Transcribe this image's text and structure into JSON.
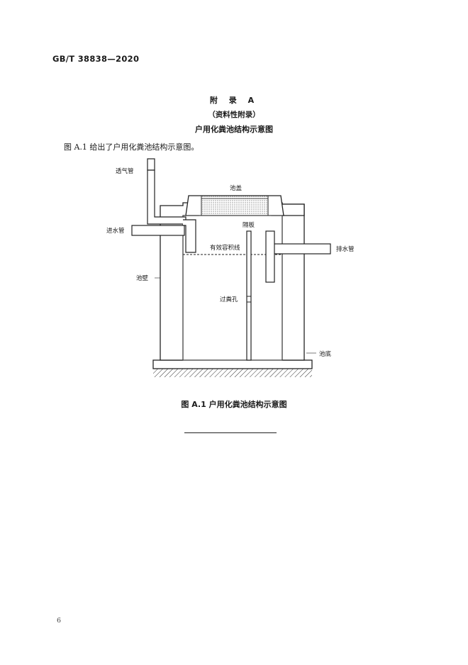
{
  "header": {
    "standard_code": "GB/T 38838—2020"
  },
  "appendix": {
    "title": "附 录 A",
    "type": "（资料性附录）",
    "name": "户用化粪池结构示意图"
  },
  "intro_text": "图 A.1 给出了户用化粪池结构示意图。",
  "diagram": {
    "labels": {
      "vent_pipe": "透气管",
      "tank_cover": "池盖",
      "inlet_pipe": "进水管",
      "partition": "隔板",
      "effective_volume_line": "有效容积线",
      "outlet_pipe": "排水管",
      "tank_wall": "池壁",
      "overflow_hole": "过粪孔",
      "tank_bottom": "池底"
    }
  },
  "caption": "图 A.1   户用化粪池结构示意图",
  "footer": {
    "page_number": "6"
  }
}
